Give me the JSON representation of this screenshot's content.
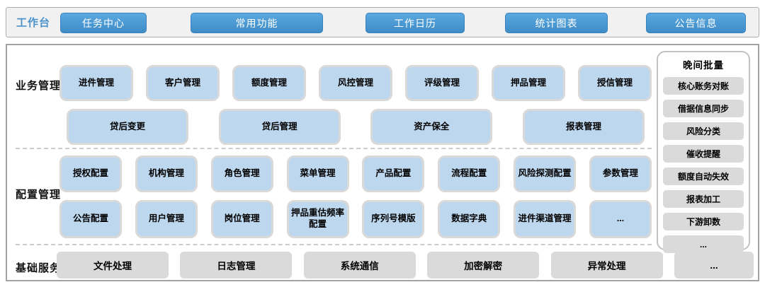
{
  "workbench": {
    "label": "工作台",
    "buttons": [
      "任务中心",
      "常用功能",
      "工作日历",
      "统计图表",
      "公告信息"
    ]
  },
  "business": {
    "label": "业务管理",
    "row1": [
      "进件管理",
      "客户管理",
      "额度管理",
      "风控管理",
      "评级管理",
      "押品管理",
      "授信管理"
    ],
    "row2": [
      "贷后变更",
      "贷后管理",
      "资产保全",
      "报表管理"
    ]
  },
  "config": {
    "label": "配置管理",
    "row1": [
      "授权配置",
      "机构管理",
      "角色管理",
      "菜单管理",
      "产品配置",
      "流程配置",
      "风险探测配置",
      "参数管理"
    ],
    "row2": [
      "公告配置",
      "用户管理",
      "岗位管理",
      "押品重估频率配置",
      "序列号模版",
      "数据字典",
      "进件渠道管理",
      "..."
    ]
  },
  "base": {
    "label": "基础服务",
    "items": [
      "文件处理",
      "日志管理",
      "系统通信",
      "加密解密",
      "异常处理",
      "..."
    ]
  },
  "night_batch": {
    "title": "晚间批量",
    "items": [
      "核心账务对账",
      "借据信息同步",
      "风险分类",
      "催收提醒",
      "额度自动失效",
      "报表加工",
      "下游卸数",
      "..."
    ]
  },
  "colors": {
    "workbench_button_blue": "#4796D2",
    "workbench_label_blue": "#4C93CB",
    "module_box_blue": "#BDD7EE",
    "module_box_border": "#D9D9D9",
    "gray_box": "#DADADA"
  }
}
